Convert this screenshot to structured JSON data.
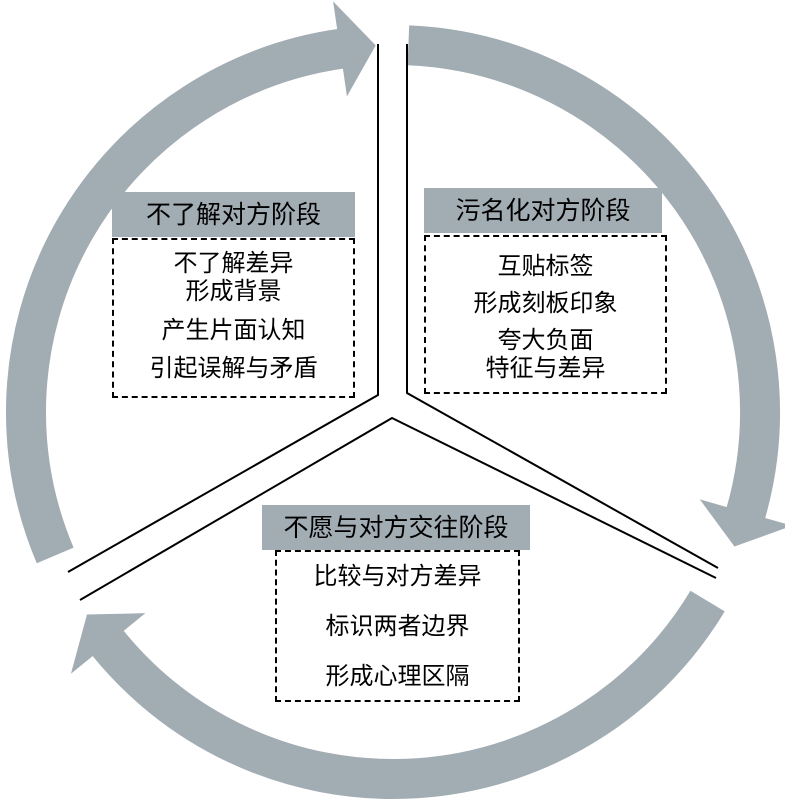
{
  "colors": {
    "ring": "#a2acb3",
    "label_bg": "#a2acb3",
    "line": "#000000"
  },
  "stages": [
    {
      "title": "不了解对方阶段",
      "items": [
        [
          "不了解差异",
          "形成背景"
        ],
        [
          "产生片面认知"
        ],
        [
          "引起误解与矛盾"
        ]
      ]
    },
    {
      "title": "污名化对方阶段",
      "items": [
        [
          "互贴标签"
        ],
        [
          "形成刻板印象"
        ],
        [
          "夸大负面",
          "特征与差异"
        ]
      ]
    },
    {
      "title": "不愿与对方交往阶段",
      "items": [
        [
          "比较与对方差异"
        ],
        [
          "标识两者边界"
        ],
        [
          "形成心理区隔"
        ]
      ]
    }
  ]
}
